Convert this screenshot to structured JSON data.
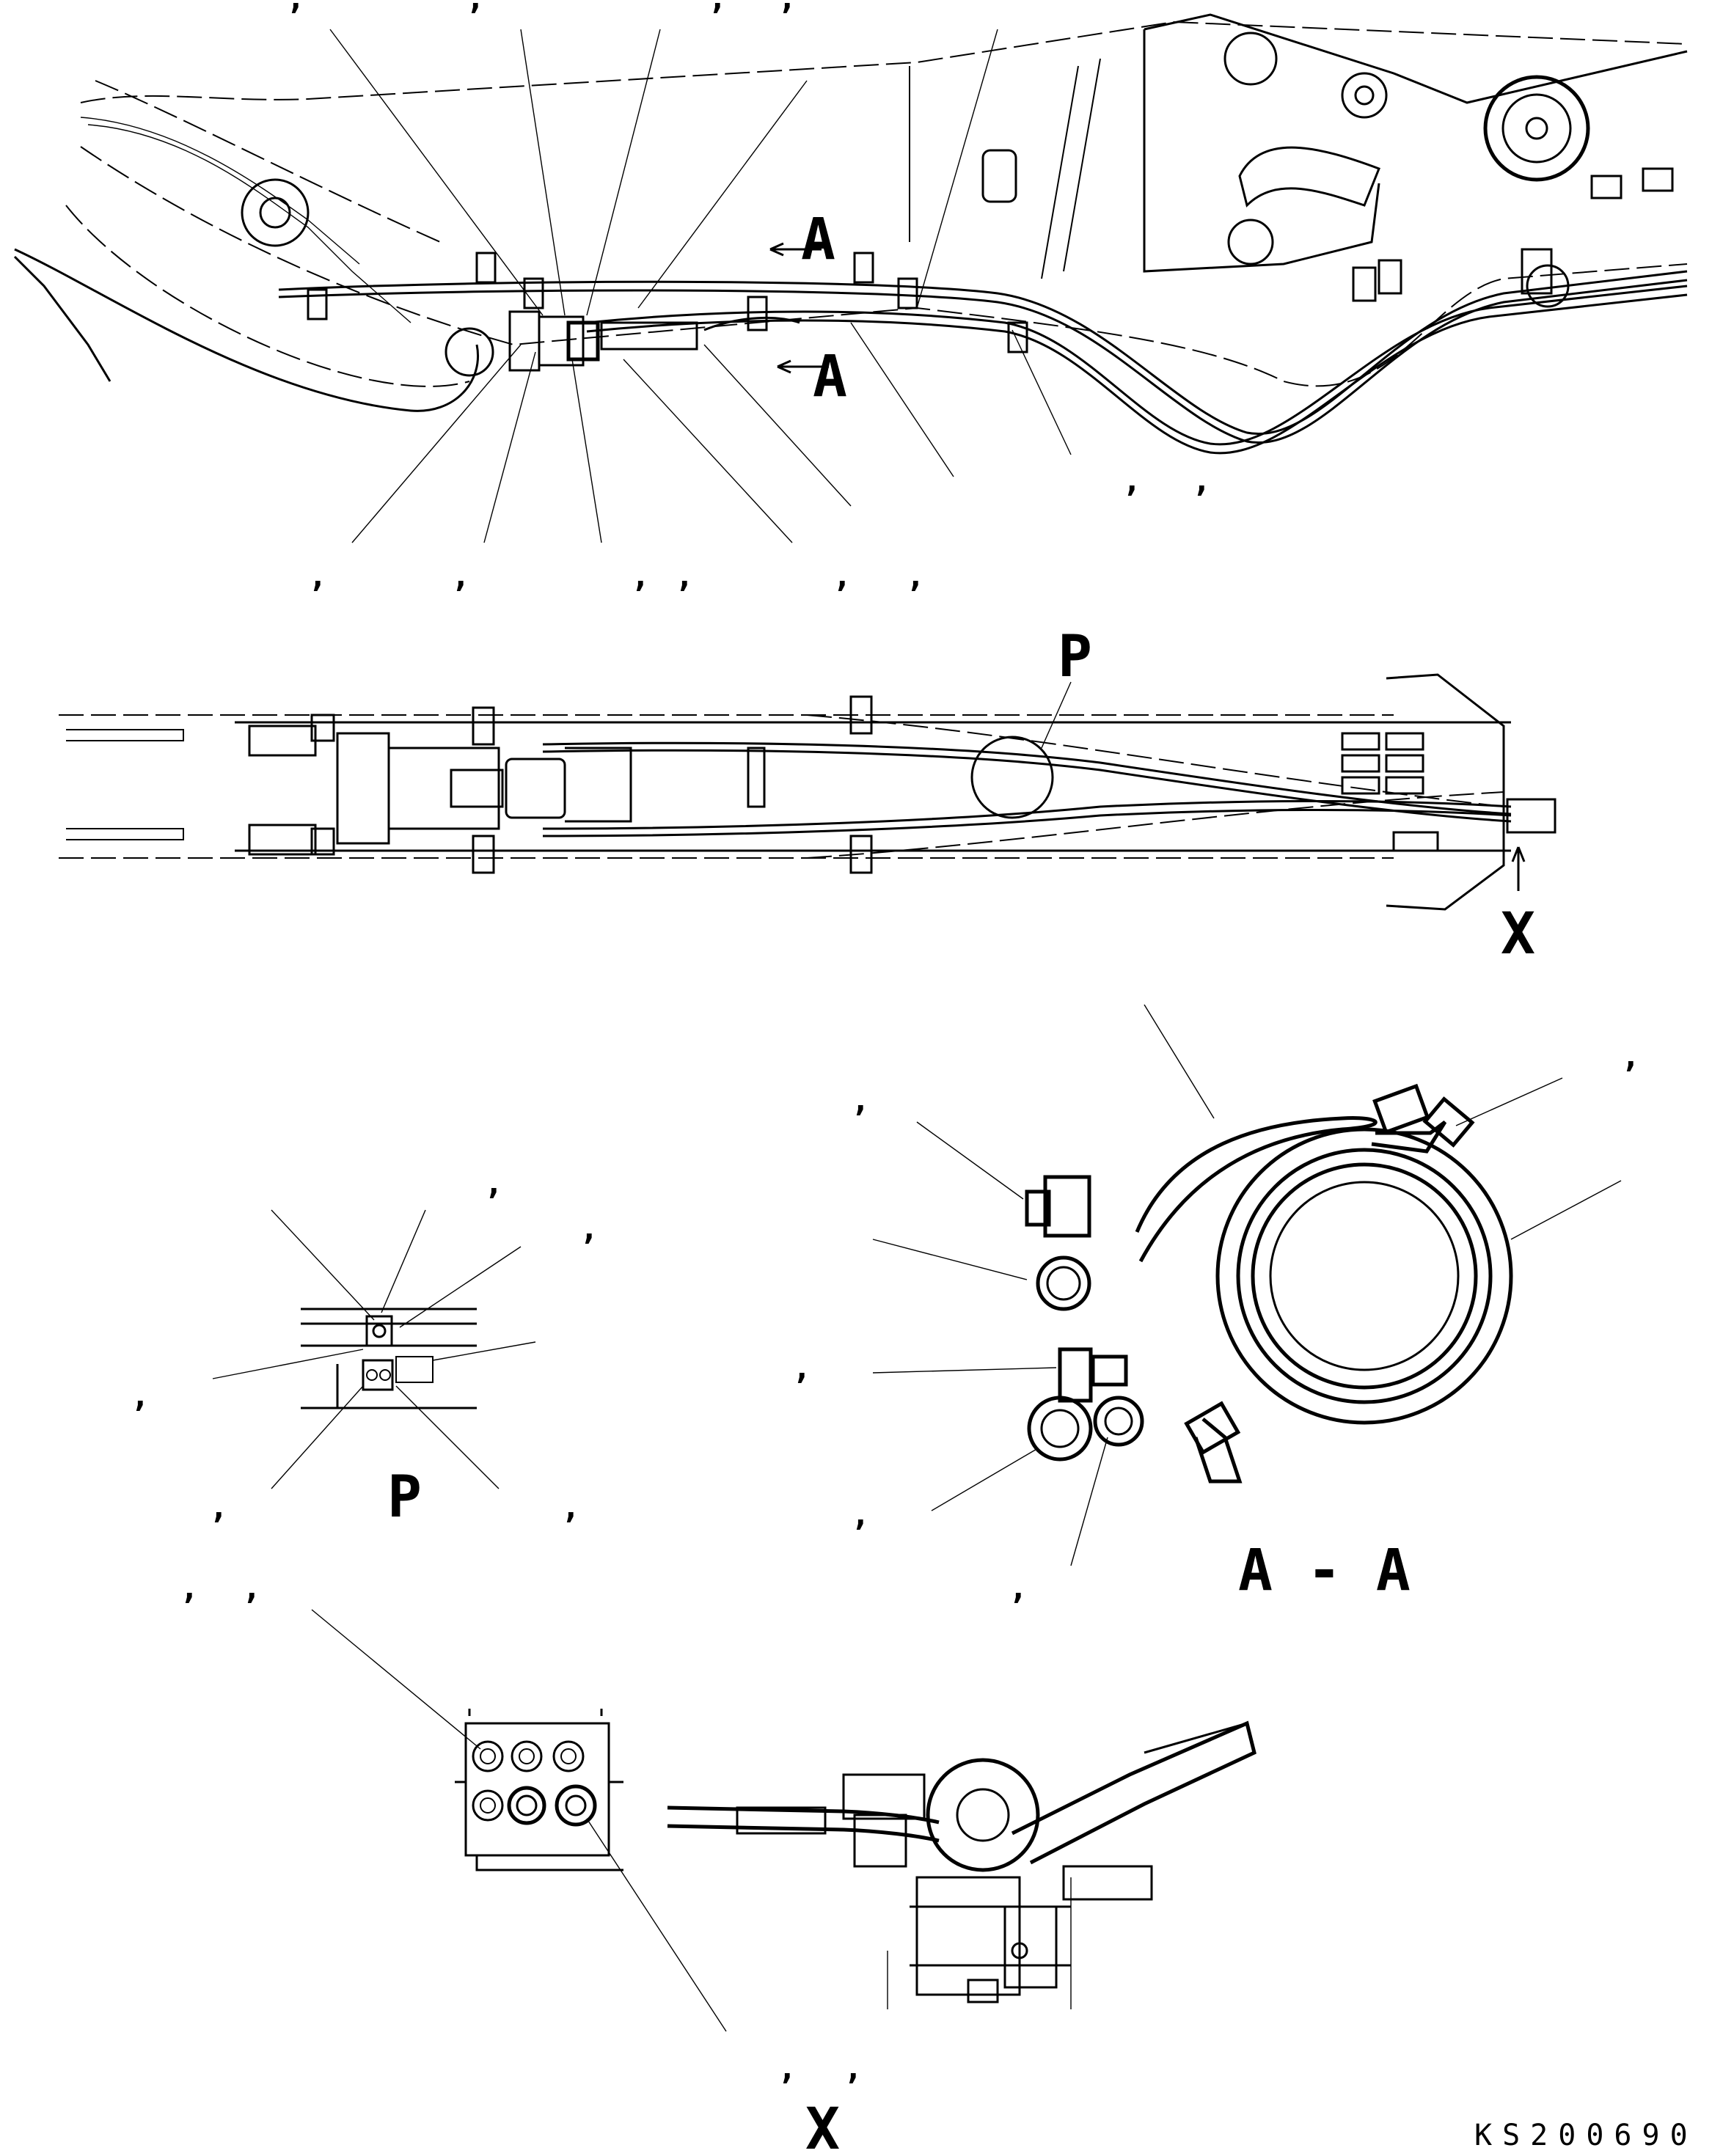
{
  "labels": {
    "section_marker": "A",
    "detail_p": "P",
    "detail_x": "X",
    "section_view": "A - A",
    "drawing_code": "KS200690"
  },
  "callout_separator": ","
}
